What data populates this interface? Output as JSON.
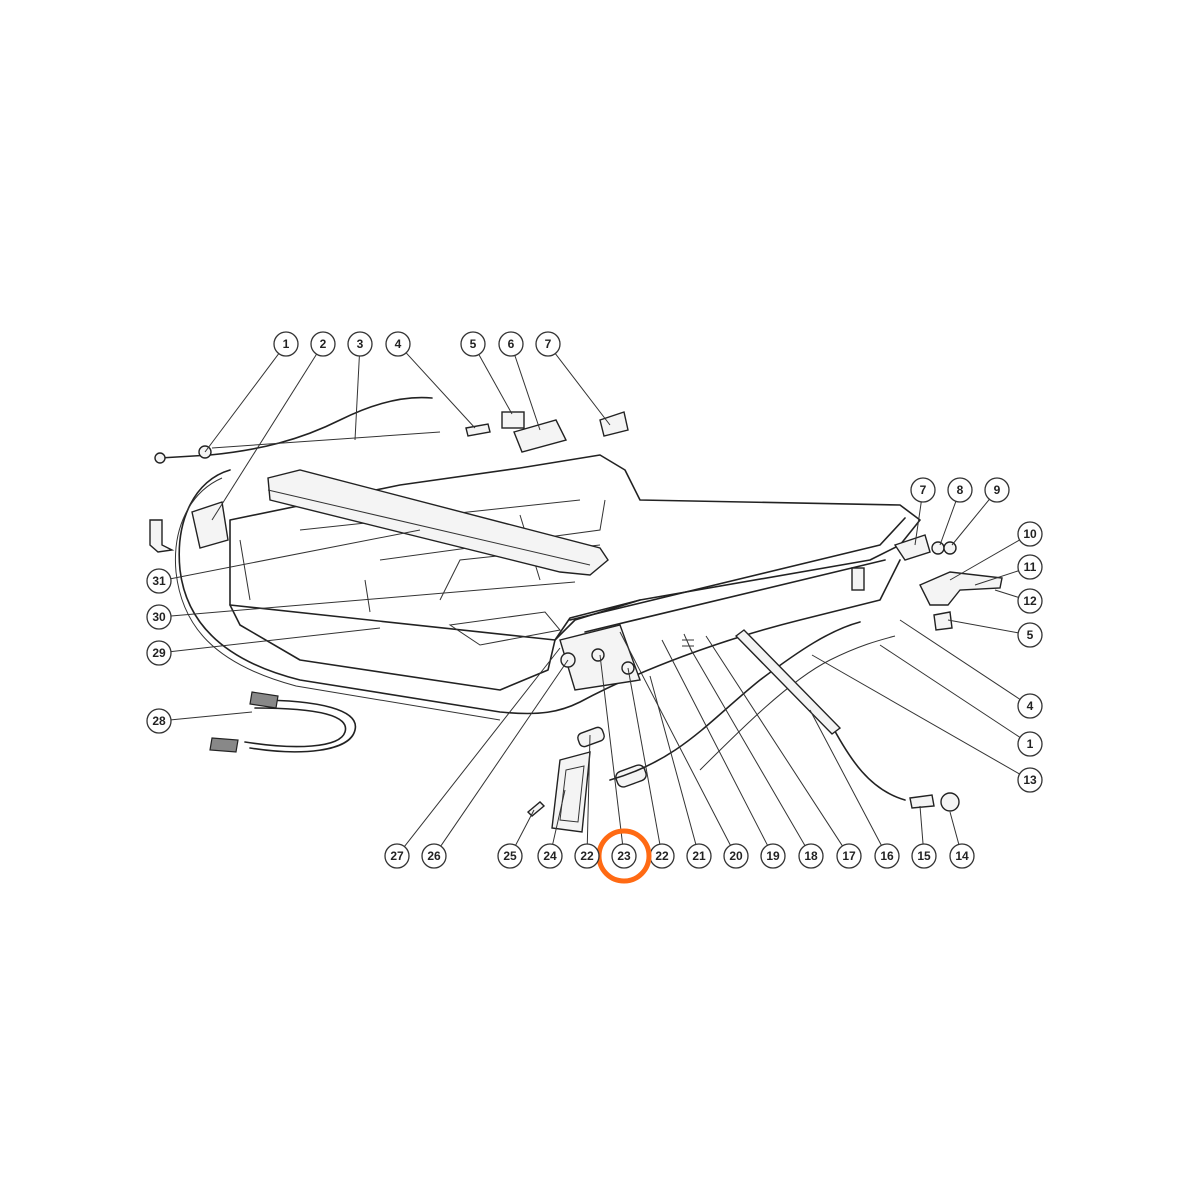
{
  "diagram": {
    "highlight_color": "#ff6a13",
    "highlighted_part": "23",
    "callouts": [
      {
        "id": "c1-top",
        "label": "1"
      },
      {
        "id": "c2",
        "label": "2"
      },
      {
        "id": "c3",
        "label": "3"
      },
      {
        "id": "c4-top",
        "label": "4"
      },
      {
        "id": "c5-top",
        "label": "5"
      },
      {
        "id": "c6",
        "label": "6"
      },
      {
        "id": "c7-top",
        "label": "7"
      },
      {
        "id": "c7-right",
        "label": "7"
      },
      {
        "id": "c8",
        "label": "8"
      },
      {
        "id": "c9",
        "label": "9"
      },
      {
        "id": "c10",
        "label": "10"
      },
      {
        "id": "c11",
        "label": "11"
      },
      {
        "id": "c12",
        "label": "12"
      },
      {
        "id": "c5-right",
        "label": "5"
      },
      {
        "id": "c4-right",
        "label": "4"
      },
      {
        "id": "c1-right",
        "label": "1"
      },
      {
        "id": "c13",
        "label": "13"
      },
      {
        "id": "c14",
        "label": "14"
      },
      {
        "id": "c15",
        "label": "15"
      },
      {
        "id": "c16",
        "label": "16"
      },
      {
        "id": "c17",
        "label": "17"
      },
      {
        "id": "c18",
        "label": "18"
      },
      {
        "id": "c19",
        "label": "19"
      },
      {
        "id": "c20",
        "label": "20"
      },
      {
        "id": "c21",
        "label": "21"
      },
      {
        "id": "c22-right",
        "label": "22"
      },
      {
        "id": "c23",
        "label": "23"
      },
      {
        "id": "c22-left",
        "label": "22"
      },
      {
        "id": "c24",
        "label": "24"
      },
      {
        "id": "c25",
        "label": "25"
      },
      {
        "id": "c26",
        "label": "26"
      },
      {
        "id": "c27",
        "label": "27"
      },
      {
        "id": "c28",
        "label": "28"
      },
      {
        "id": "c29",
        "label": "29"
      },
      {
        "id": "c30",
        "label": "30"
      },
      {
        "id": "c31",
        "label": "31"
      }
    ]
  }
}
